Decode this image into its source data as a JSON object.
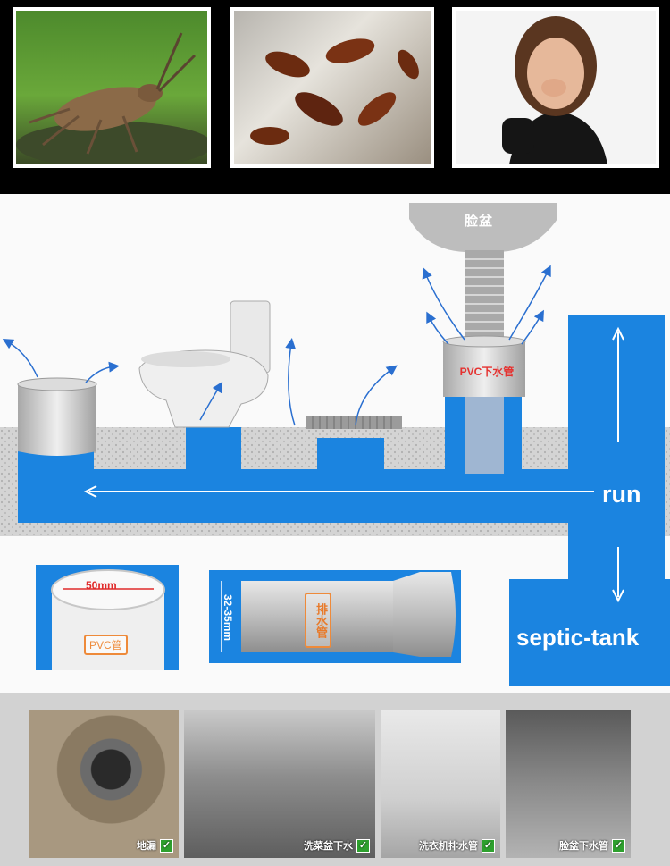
{
  "diagram": {
    "basin_label": "脸盆",
    "pvc_down_label": "PVC下水管",
    "run_label": "run",
    "septic_label": "septic-tank",
    "pvc_diameter": "50mm",
    "pvc_tube_label": "PVC管",
    "drain_size": "32-35mm",
    "drain_tube_label": "排水管"
  },
  "bottom": {
    "items": [
      {
        "label": "地漏",
        "icon": "check-icon"
      },
      {
        "label": "洗菜盆下水",
        "icon": "check-icon"
      },
      {
        "label": "洗衣机排水管",
        "icon": "check-icon"
      },
      {
        "label": "脸盆下水管",
        "icon": "check-icon"
      }
    ]
  },
  "colors": {
    "water": "#1b84e0",
    "pipe": "#c8c8c8",
    "gravel": "#d4d4d4"
  }
}
